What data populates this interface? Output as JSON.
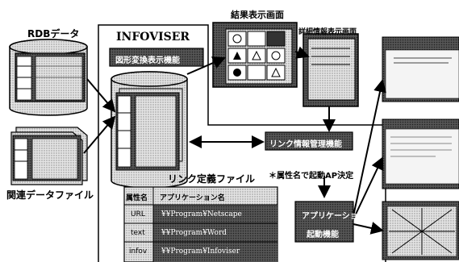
{
  "labels": {
    "rdb": "RDBデータ",
    "related": "関連データファイル",
    "infoviser": "INFOVISER",
    "shape_function": "図形変換表示機能",
    "result_screen": "結果表示画面",
    "detail_screen": "詳細情報表示画面",
    "link_manager": "リンク情報管理機能",
    "link_def_file": "リンク定義ファイル",
    "attribute_note": "＊属性名で起動AP決定",
    "app_launch_line1": "アプリケーション",
    "app_launch_line2": "起動機能"
  },
  "link_table": {
    "headers": [
      "属性名",
      "アプリケーション名"
    ],
    "rows": [
      {
        "attr": "URL",
        "app": "¥¥Program¥Netscape"
      },
      {
        "attr": "text",
        "app": "¥¥Program¥Word"
      },
      {
        "attr": "infov",
        "app": "¥¥Program¥Infoviser"
      }
    ]
  }
}
